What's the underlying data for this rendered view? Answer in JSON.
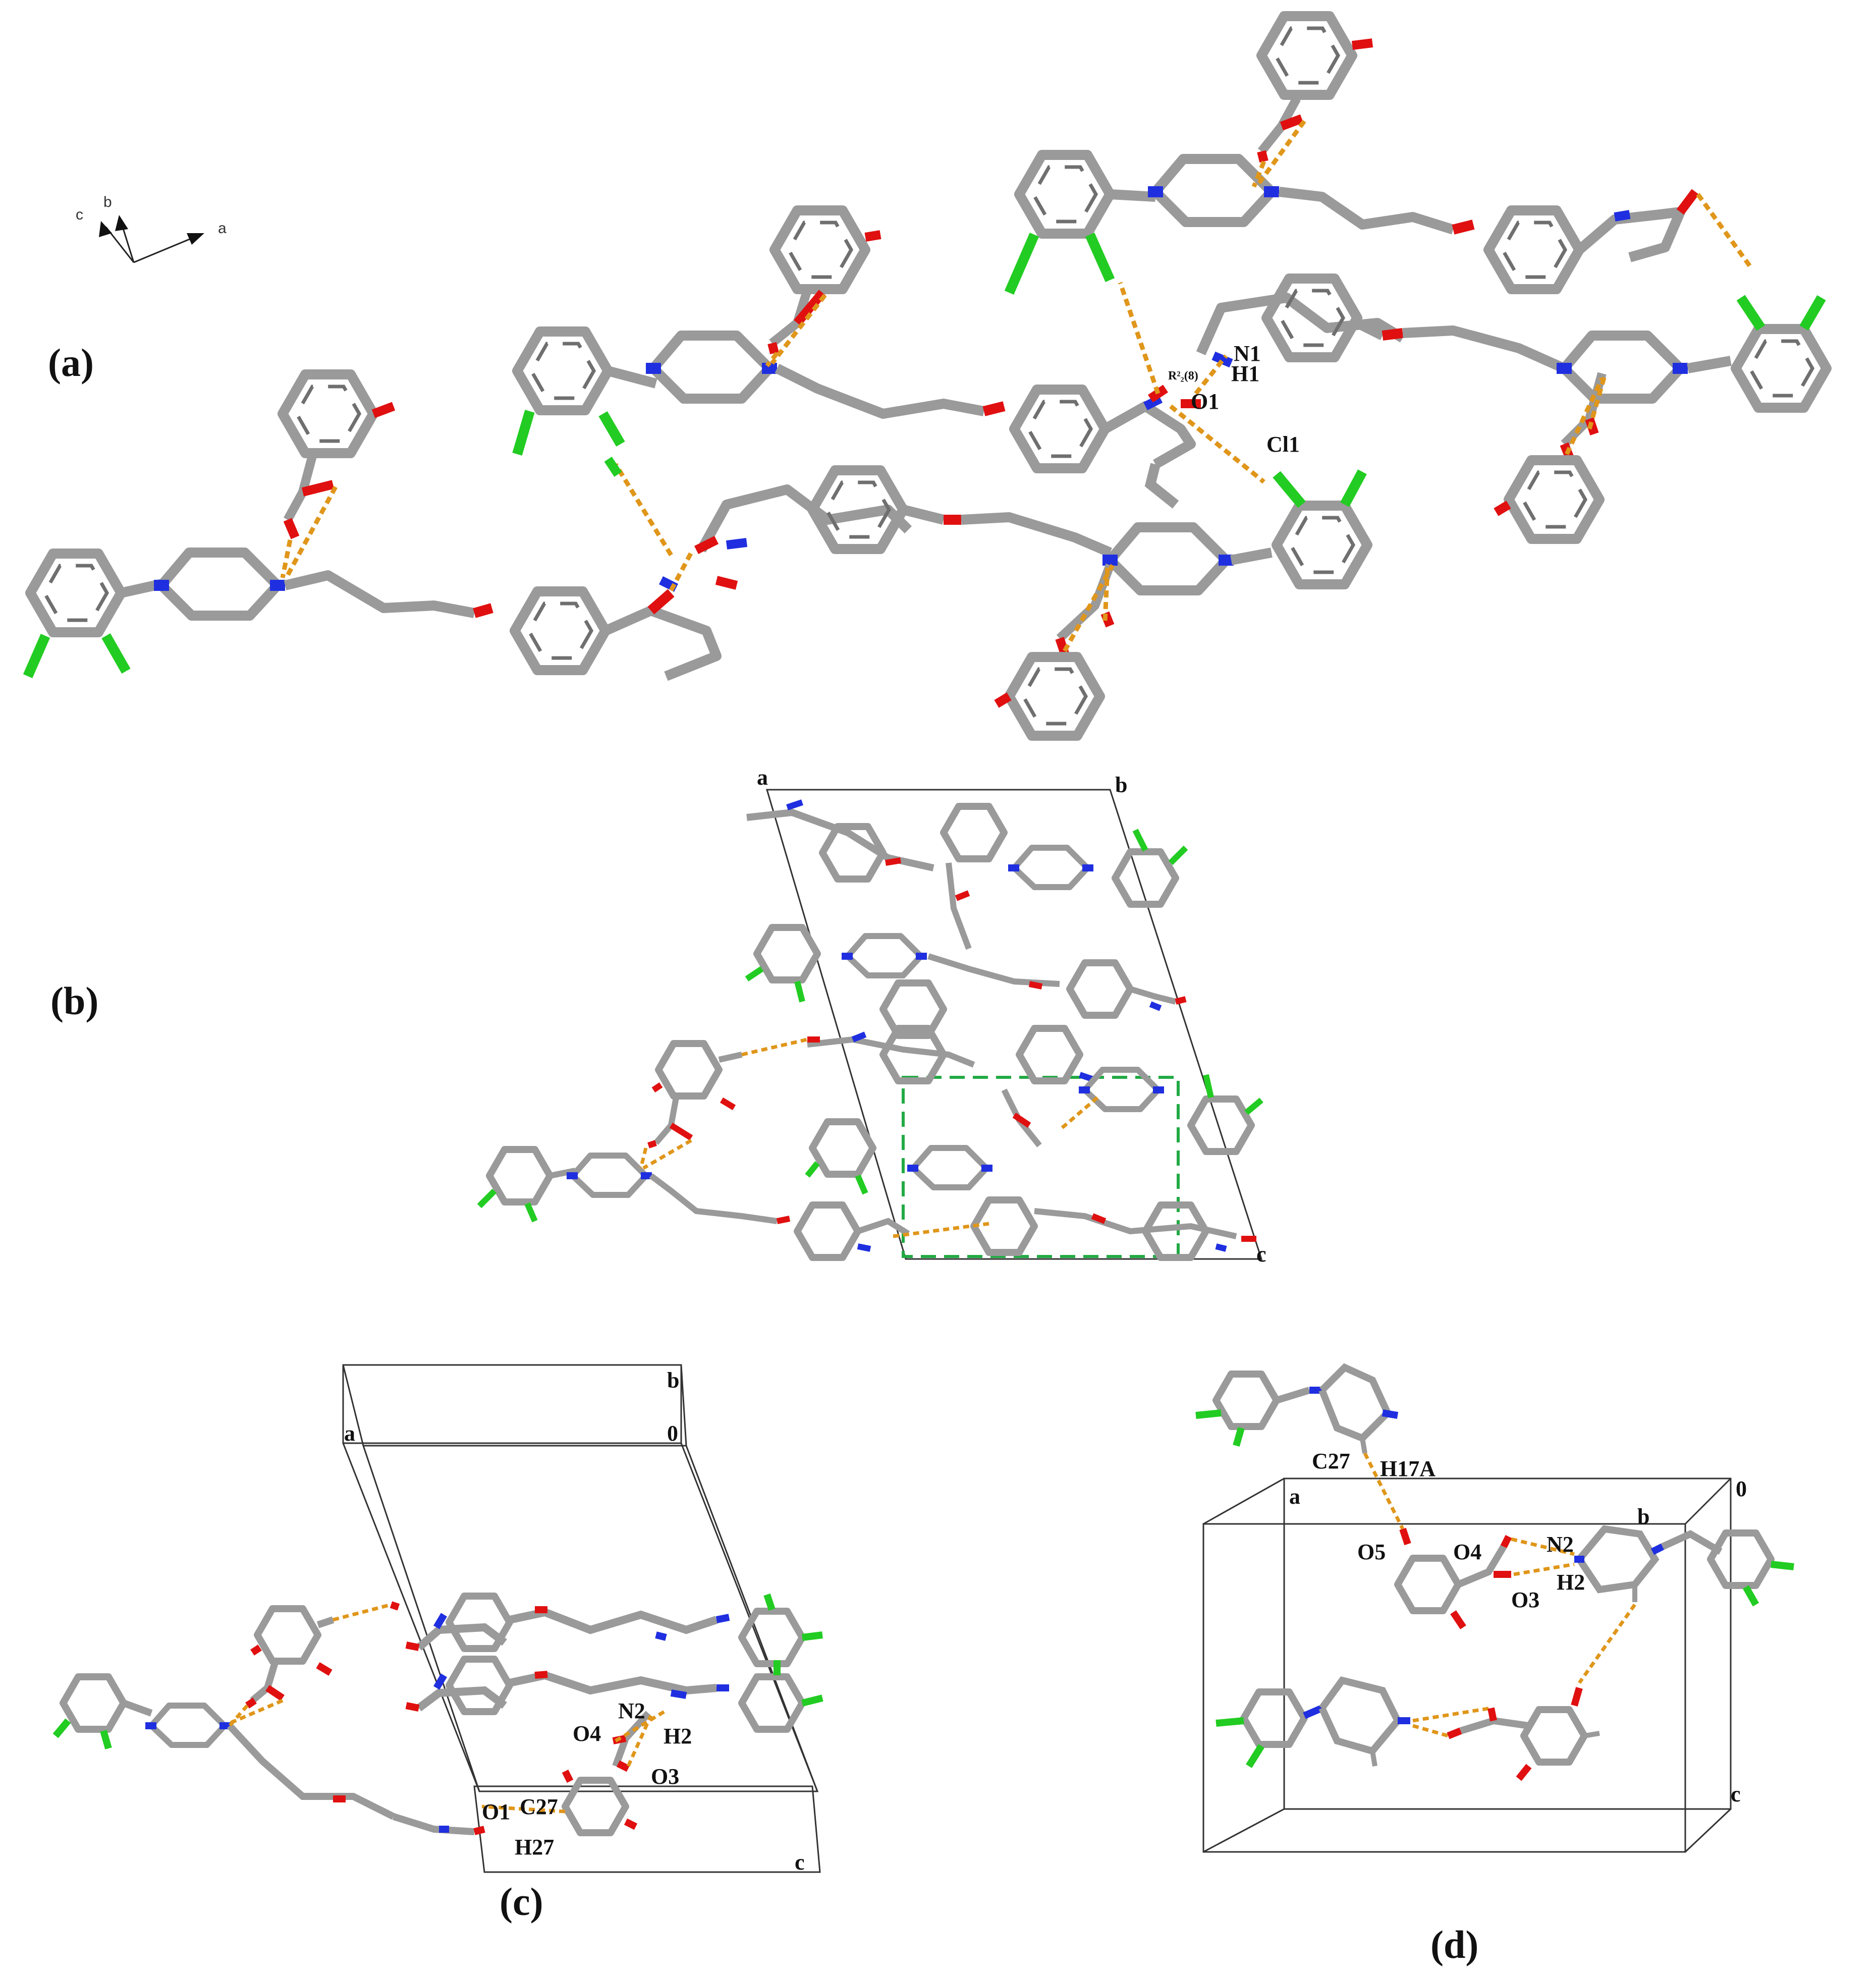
{
  "colors": {
    "carbon": "#9a9a9a",
    "carbon_dark": "#6f6f6f",
    "hydrogen": "#d2d2d2",
    "nitrogen": "#1f2fe0",
    "oxygen": "#e01010",
    "chlorine": "#22cc22",
    "hbond": "#e0961a",
    "cell": "#333333",
    "highlight": "#22aa44",
    "label": "#111111"
  },
  "orientation_axes": {
    "c": "c",
    "b": "b",
    "a": "a"
  },
  "panels": {
    "a": {
      "label": "(a)",
      "atoms": {
        "N1": "N1",
        "H1": "H1",
        "O1": "O1",
        "Cl1": "Cl1",
        "ring_motif": "R²₂(8)"
      }
    },
    "b": {
      "label": "(b)",
      "cell_axes": {
        "a": "a",
        "b": "b",
        "c": "c"
      }
    },
    "c": {
      "label": "(c)",
      "cell_axes": {
        "a": "a",
        "b": "b",
        "zero": "0",
        "c": "c"
      },
      "atoms": {
        "N2": "N2",
        "H2": "H2",
        "O4": "O4",
        "O3": "O3",
        "O1": "O1",
        "C27": "C27",
        "H27": "H27"
      }
    },
    "d": {
      "label": "(d)",
      "cell_axes": {
        "a": "a",
        "zero": "0",
        "b": "b",
        "c": "c"
      },
      "atoms": {
        "C27": "C27",
        "H17A": "H17A",
        "O5": "O5",
        "O4": "O4",
        "N2": "N2",
        "O3": "O3",
        "H2": "H2"
      }
    }
  }
}
